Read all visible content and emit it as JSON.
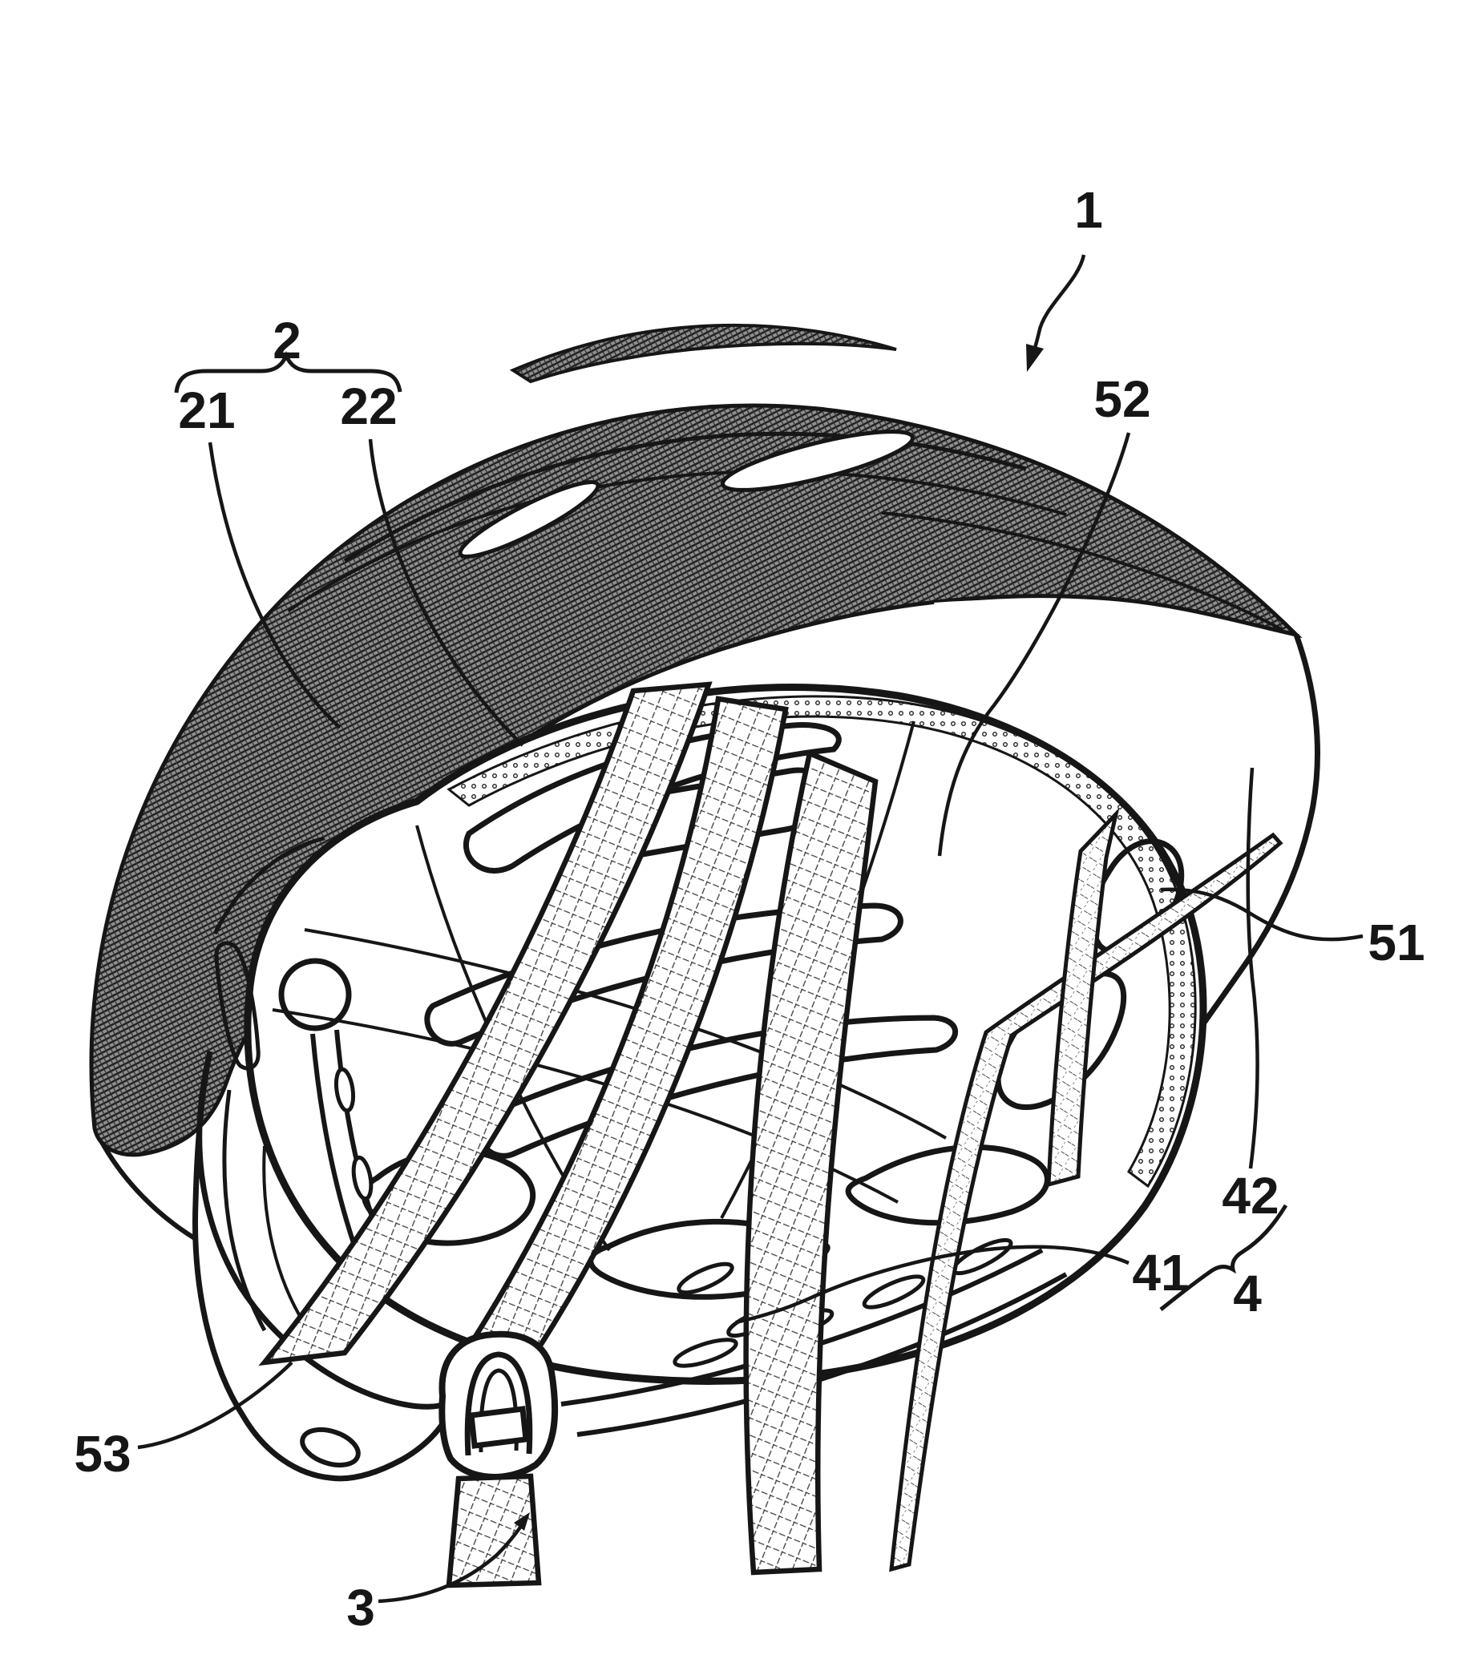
{
  "figure": {
    "kind": "patent-line-drawing",
    "labels": [
      {
        "id": "helmet-assembly",
        "text": "1"
      },
      {
        "id": "shell-group",
        "text": "2"
      },
      {
        "id": "outer-shell",
        "text": "21"
      },
      {
        "id": "inner-shell",
        "text": "22"
      },
      {
        "id": "rim-pad-trim",
        "text": "52"
      },
      {
        "id": "side-pad",
        "text": "51"
      },
      {
        "id": "strap-anchor",
        "text": "42"
      },
      {
        "id": "retention-band",
        "text": "41"
      },
      {
        "id": "retention-group",
        "text": "4"
      },
      {
        "id": "rear-cradle",
        "text": "53"
      },
      {
        "id": "chin-strap",
        "text": "3"
      }
    ],
    "colors": {
      "ink": "#161616",
      "paper": "#ffffff",
      "shell_shading": "#8f8f8f"
    }
  }
}
